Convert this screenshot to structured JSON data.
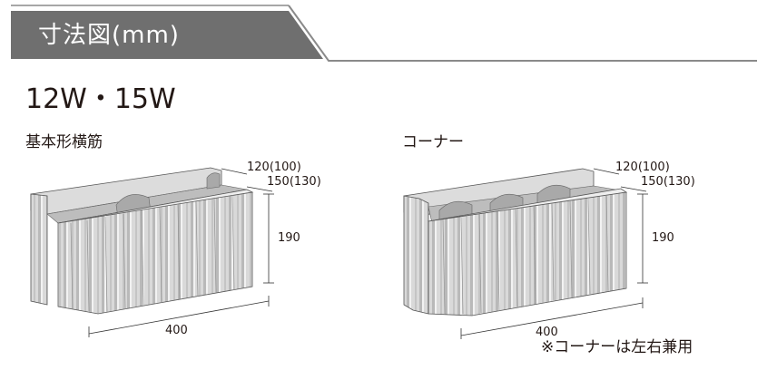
{
  "header": {
    "title": "寸法図(mm)"
  },
  "series_label": "12W・15W",
  "blocks": [
    {
      "name": "基本形横筋",
      "width_label": "120(100)",
      "width_label_2": "150(130)",
      "height_label": "190",
      "length_label": "400"
    },
    {
      "name": "コーナー",
      "width_label": "120(100)",
      "width_label_2": "150(130)",
      "height_label": "190",
      "length_label": "400"
    }
  ],
  "note": "※コーナーは左右兼用"
}
